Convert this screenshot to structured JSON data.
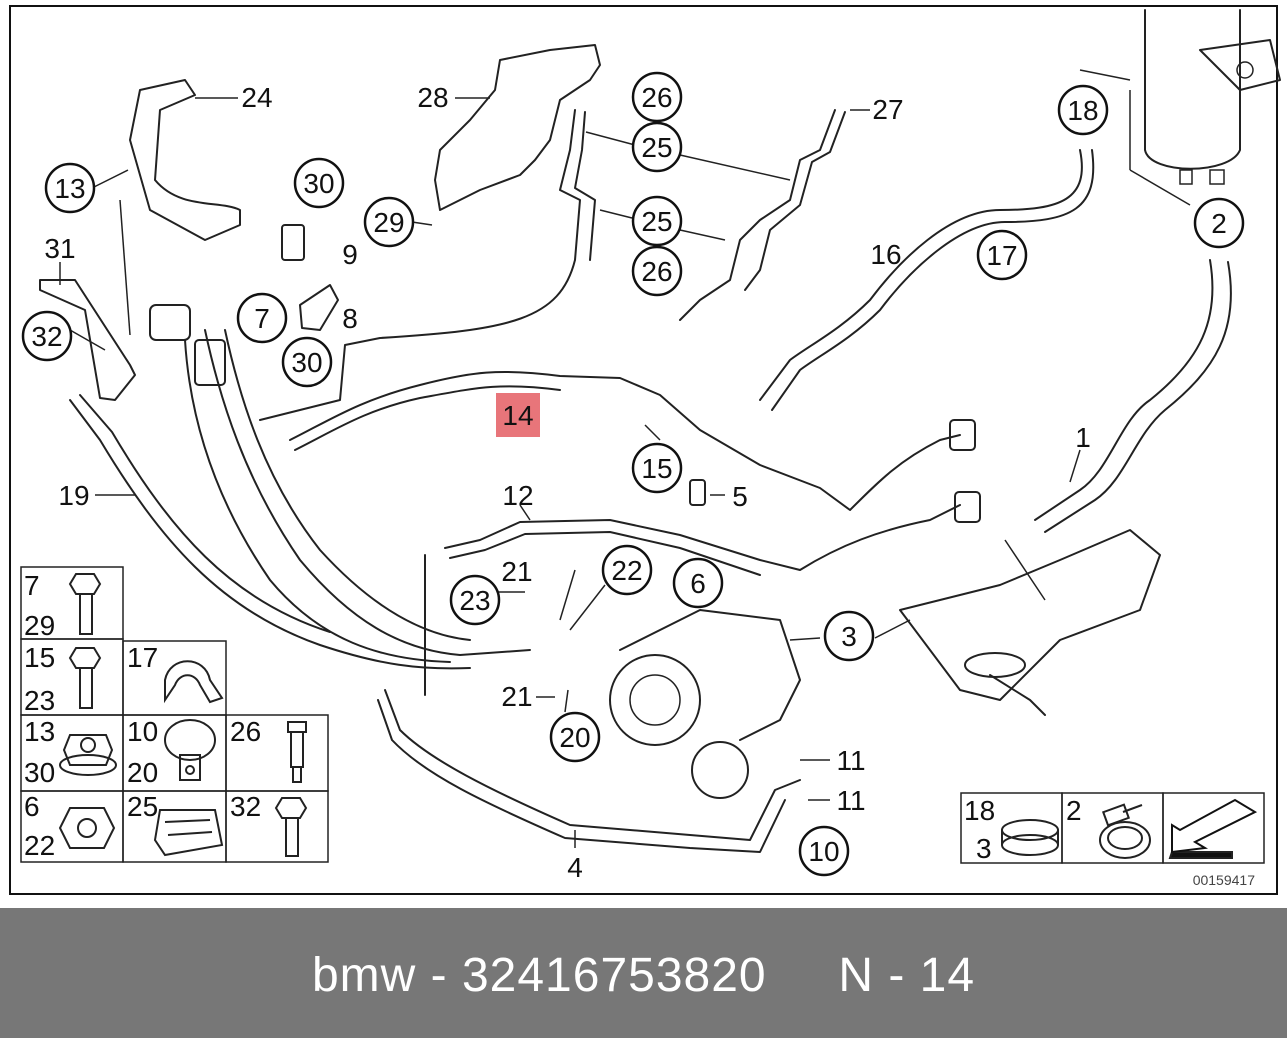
{
  "diagram": {
    "document_number": "00159417",
    "highlight_color": "#e8757a",
    "callouts": [
      {
        "id": "c1",
        "label": "1",
        "style": "plain"
      },
      {
        "id": "c2",
        "label": "2",
        "style": "circle"
      },
      {
        "id": "c3",
        "label": "3",
        "style": "circle"
      },
      {
        "id": "c4",
        "label": "4",
        "style": "plain"
      },
      {
        "id": "c5",
        "label": "5",
        "style": "plain"
      },
      {
        "id": "c6",
        "label": "6",
        "style": "circle"
      },
      {
        "id": "c7",
        "label": "7",
        "style": "circle"
      },
      {
        "id": "c8",
        "label": "8",
        "style": "plain"
      },
      {
        "id": "c9",
        "label": "9",
        "style": "plain"
      },
      {
        "id": "c10",
        "label": "10",
        "style": "circle"
      },
      {
        "id": "c11a",
        "label": "11",
        "style": "plain"
      },
      {
        "id": "c11b",
        "label": "11",
        "style": "plain"
      },
      {
        "id": "c12",
        "label": "12",
        "style": "plain"
      },
      {
        "id": "c13",
        "label": "13",
        "style": "circle"
      },
      {
        "id": "c14",
        "label": "14",
        "style": "highlight"
      },
      {
        "id": "c15",
        "label": "15",
        "style": "circle"
      },
      {
        "id": "c16",
        "label": "16",
        "style": "plain"
      },
      {
        "id": "c17",
        "label": "17",
        "style": "circle"
      },
      {
        "id": "c18",
        "label": "18",
        "style": "circle"
      },
      {
        "id": "c19",
        "label": "19",
        "style": "plain"
      },
      {
        "id": "c20",
        "label": "20",
        "style": "circle"
      },
      {
        "id": "c21a",
        "label": "21",
        "style": "plain"
      },
      {
        "id": "c21b",
        "label": "21",
        "style": "plain"
      },
      {
        "id": "c22",
        "label": "22",
        "style": "circle"
      },
      {
        "id": "c23",
        "label": "23",
        "style": "circle"
      },
      {
        "id": "c24",
        "label": "24",
        "style": "plain"
      },
      {
        "id": "c25a",
        "label": "25",
        "style": "circle"
      },
      {
        "id": "c25b",
        "label": "25",
        "style": "circle"
      },
      {
        "id": "c26a",
        "label": "26",
        "style": "circle"
      },
      {
        "id": "c26b",
        "label": "26",
        "style": "circle"
      },
      {
        "id": "c27",
        "label": "27",
        "style": "plain"
      },
      {
        "id": "c28",
        "label": "28",
        "style": "plain"
      },
      {
        "id": "c29",
        "label": "29",
        "style": "circle"
      },
      {
        "id": "c30a",
        "label": "30",
        "style": "circle"
      },
      {
        "id": "c30b",
        "label": "30",
        "style": "circle"
      },
      {
        "id": "c31",
        "label": "31",
        "style": "plain"
      },
      {
        "id": "c32",
        "label": "32",
        "style": "circle"
      }
    ],
    "hardware_legend": [
      {
        "labels": [
          "7",
          "29"
        ],
        "icon": "bolt-icon"
      },
      {
        "labels": [
          "15",
          "23"
        ],
        "icon": "bolt-icon"
      },
      {
        "labels": [
          "17"
        ],
        "icon": "hose-clip-icon"
      },
      {
        "labels": [
          "13",
          "30"
        ],
        "icon": "flange-nut-icon"
      },
      {
        "labels": [
          "10",
          "20"
        ],
        "icon": "banjo-bolt-icon"
      },
      {
        "labels": [
          "26"
        ],
        "icon": "stud-bolt-icon"
      },
      {
        "labels": [
          "6",
          "22"
        ],
        "icon": "hex-nut-icon"
      },
      {
        "labels": [
          "25"
        ],
        "icon": "clamp-nut-icon"
      },
      {
        "labels": [
          "32"
        ],
        "icon": "bolt-icon"
      }
    ],
    "clamp_legend": [
      {
        "labels": [
          "18",
          "3"
        ],
        "icon": "ear-clamp-icon"
      },
      {
        "labels": [
          "2"
        ],
        "icon": "worm-clamp-icon"
      }
    ],
    "next_arrow_icon": "next-page-arrow-icon"
  },
  "footer": {
    "brand": "bmw",
    "separator": "-",
    "part_number": "32416753820",
    "position_label": "N - 14"
  }
}
